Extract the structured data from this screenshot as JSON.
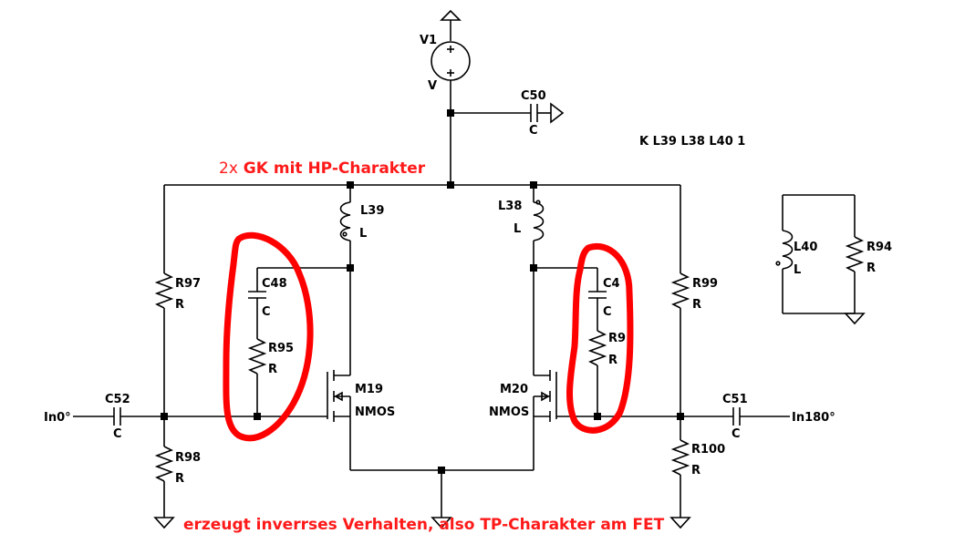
{
  "labels": {
    "V1": "V1",
    "V1_val": "V",
    "C50": "C50",
    "C50_val": "C",
    "K": "K L39 L38 L40 1",
    "L39": "L39",
    "L39_val": "L",
    "L38": "L38",
    "L38_val": "L",
    "L40": "L40",
    "L40_val": "L",
    "R94": "R94",
    "R94_val": "R",
    "R97": "R97",
    "R97_val": "R",
    "R99": "R99",
    "R99_val": "R",
    "C48": "C48",
    "C48_val": "C",
    "C49": "C4",
    "C49_val": "C",
    "R95": "R95",
    "R95_val": "R",
    "R96": "R9",
    "R96_val": "R",
    "M19": "M19",
    "M19_val": "NMOS",
    "M20": "M20",
    "M20_val": "NMOS",
    "C52": "C52",
    "C52_val": "C",
    "C51": "C51",
    "C51_val": "C",
    "In0": "In0°",
    "In180": "In180°",
    "R98": "R98",
    "R98_val": "R",
    "R100": "R100",
    "R100_val": "R"
  },
  "annotations": {
    "top_prefix": "2x",
    "top_rest": " GK mit HP-Charakter",
    "bottom": "erzeugt inverrses Verhalten, also TP-Charakter am FET"
  },
  "colors": {
    "wire": "#000000",
    "annotation": "#ff1a1a"
  }
}
